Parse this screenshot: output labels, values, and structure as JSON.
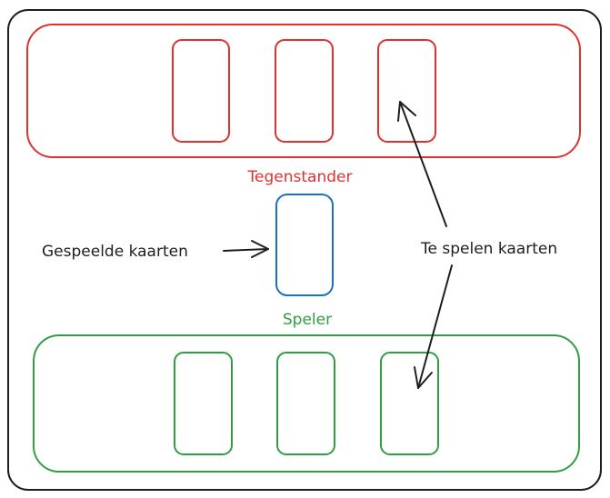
{
  "diagram": {
    "labels": {
      "opponent": "Tegenstander",
      "player": "Speler",
      "played_cards": "Gespeelde kaarten",
      "cards_to_play": "Te spelen kaarten"
    },
    "zones": {
      "opponent": {
        "card_count": 3
      },
      "played": {
        "card_count": 1
      },
      "player": {
        "card_count": 3
      }
    },
    "colors": {
      "frame": "#1e1e1e",
      "opponent": "#e03131",
      "player": "#2f9e44",
      "played": "#1971c2",
      "arrow": "#1e1e1e",
      "background": "#ffffff"
    }
  }
}
